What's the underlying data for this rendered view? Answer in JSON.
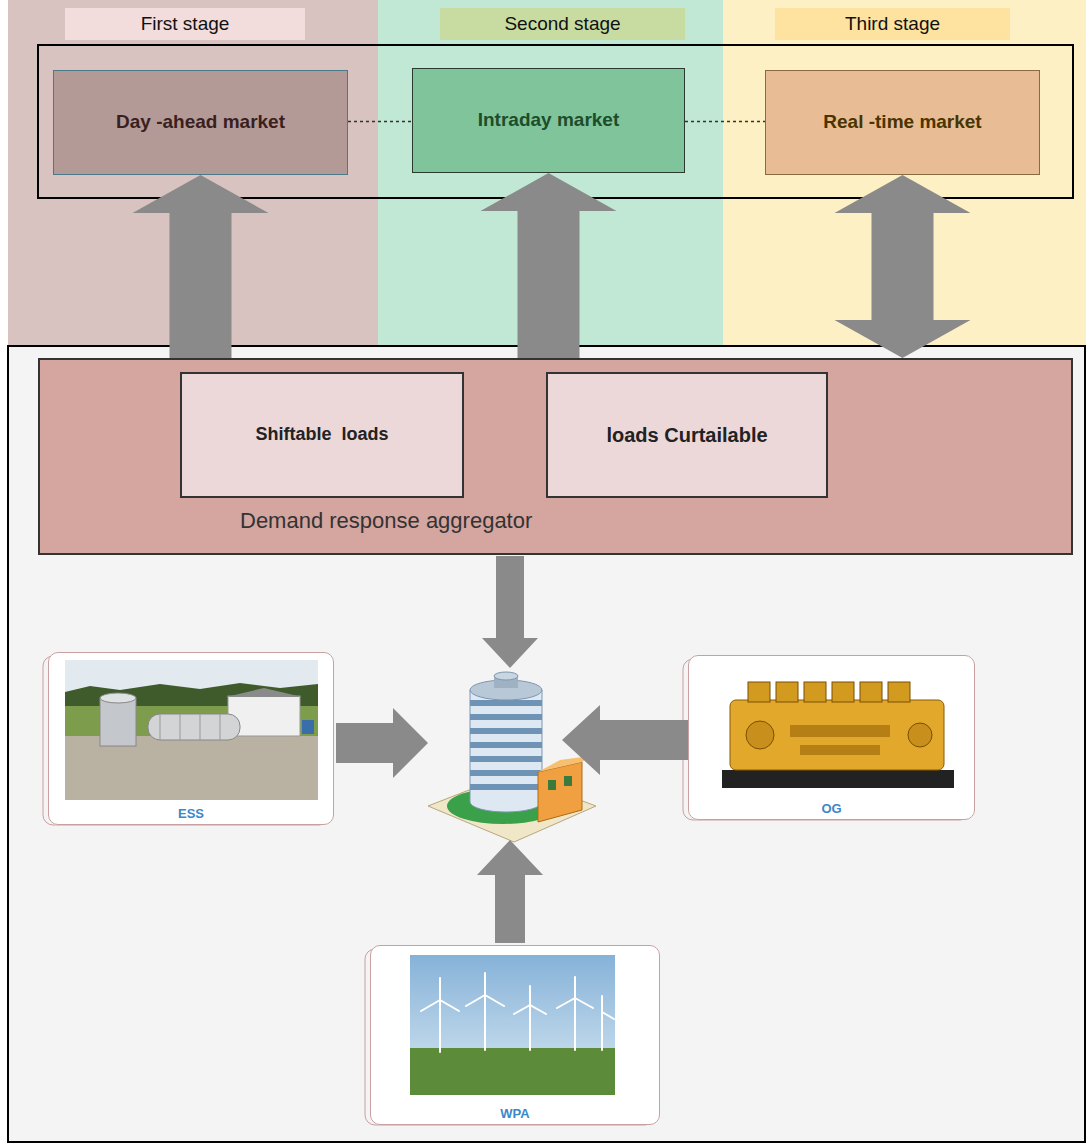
{
  "diagram": {
    "nodes": [
      {
        "text": [
          "First stage"
        ]
      },
      {
        "text": [
          "Second stage"
        ]
      },
      {
        "text": [
          "Third stage"
        ]
      },
      {
        "text": [
          "Day -ahead market"
        ]
      },
      {
        "text": [
          "Intraday market"
        ]
      },
      {
        "text": [
          "Real -time market"
        ]
      },
      {
        "text": [
          "Demand response aggregator"
        ]
      },
      {
        "text": [
          "Shiftable  loads"
        ],
        "in": 6
      },
      {
        "text": [
          "loads Curtailable"
        ],
        "in": 6
      },
      {
        "text": [
          "ESS"
        ]
      },
      {
        "text": [
          "OG"
        ]
      },
      {
        "text": [
          "WPA"
        ]
      }
    ],
    "edges": [
      {
        "from": 3,
        "to": 4,
        "arrow": "none"
      },
      {
        "from": 4,
        "to": 5,
        "arrow": "none"
      },
      {
        "from": 6,
        "to": 3,
        "arrow": "to"
      },
      {
        "from": 6,
        "to": 4,
        "arrow": "to"
      },
      {
        "from": 6,
        "to": 5,
        "arrow": "both"
      },
      {
        "from": 7,
        "to": 8,
        "arrow": "none"
      }
    ]
  }
}
